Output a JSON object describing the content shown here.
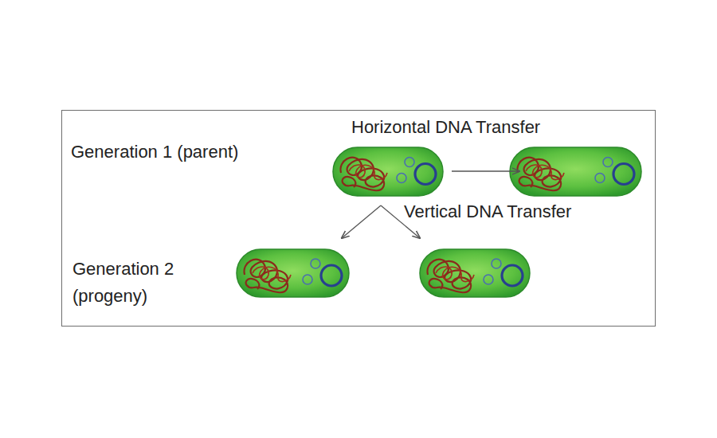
{
  "diagram": {
    "nodes": [
      {
        "text": [
          "Generation 1 (parent)",
          "Horizontal DNA Transfer",
          "Vertical DNA Transfer",
          "Generation 2 (progeny)"
        ]
      }
    ]
  }
}
